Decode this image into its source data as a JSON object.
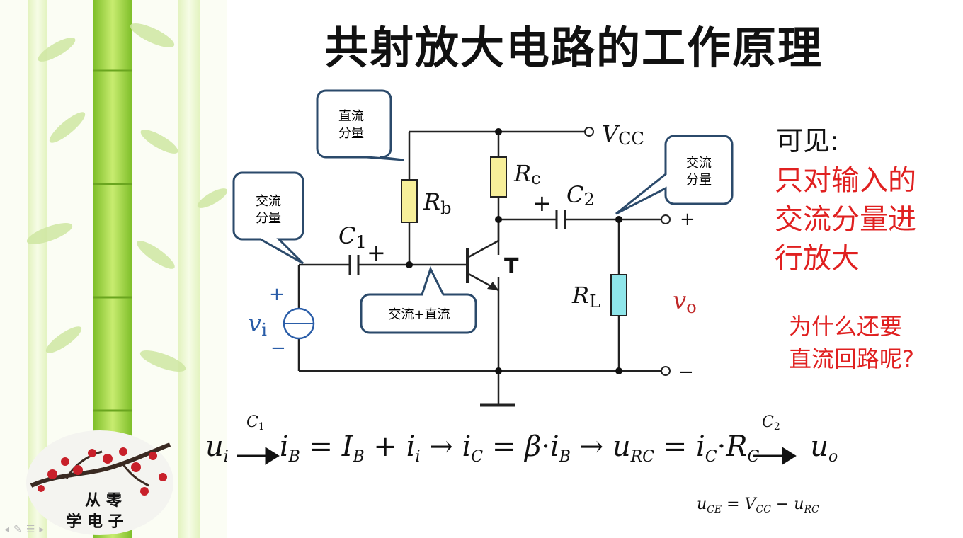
{
  "title": "共射放大电路的工作原理",
  "callouts": {
    "dc": [
      "直流",
      "分量"
    ],
    "ac_in": [
      "交流",
      "分量"
    ],
    "ac_out": [
      "交流",
      "分量"
    ],
    "acdc": "交流+直流"
  },
  "labels": {
    "vcc_main": "V",
    "vcc_sub": "CC",
    "rb_main": "R",
    "rb_sub": "b",
    "rc_main": "R",
    "rc_sub": "c",
    "c1_main": "C",
    "c1_sub": "1",
    "c2_main": "C",
    "c2_sub": "2",
    "rl_main": "R",
    "rl_sub": "L",
    "transistor": "T",
    "vi_main": "v",
    "vi_sub": "i",
    "vo_main": "v",
    "vo_sub": "o",
    "plus": "+",
    "minus": "−"
  },
  "side": {
    "heading": "可见:",
    "red_lines": [
      "只对输入的",
      "交流分量进",
      "行放大"
    ],
    "question_lines": [
      "为什么还要",
      "直流回路呢?"
    ]
  },
  "equation": {
    "c1_main": "C",
    "c1_sub": "1",
    "c2_main": "C",
    "c2_sub": "2",
    "ui": "u",
    "ui_sub": "i",
    "iB": "i",
    "iB_sub": "B",
    "eq1": " = ",
    "IB": "I",
    "IB_sub": "B",
    "plus": " + ",
    "ii": "i",
    "ii_sub": "i",
    "arrow": " → ",
    "iC": "i",
    "iC_sub": "C",
    "eq2": " = ",
    "beta": "β",
    "dot": "·",
    "iB2": "i",
    "iB2_sub": "B",
    "arrow2": " → ",
    "uRC": "u",
    "uRC_sub": "RC",
    "eq3": " = ",
    "iC2": "i",
    "iC2_sub": "C",
    "dot2": "·",
    "RC": "R",
    "RC_sub": "C",
    "uo": "u",
    "uo_sub": "o"
  },
  "sub_equation": {
    "u": "u",
    "u_sub": "CE",
    "eq": " = ",
    "V": "V",
    "V_sub": "CC",
    "minus": " − ",
    "u2": "u",
    "u2_sub": "RC"
  },
  "logo": {
    "line1": "从 零",
    "line2": "学 电 子"
  },
  "colors": {
    "resistor_yellow": "#f7ef9a",
    "resistor_cyan": "#8fe6ea",
    "callout_border": "#2b4a6b",
    "red_text": "#e02020",
    "vo_red": "#c02828",
    "bamboo_green": "#a8d84a"
  }
}
